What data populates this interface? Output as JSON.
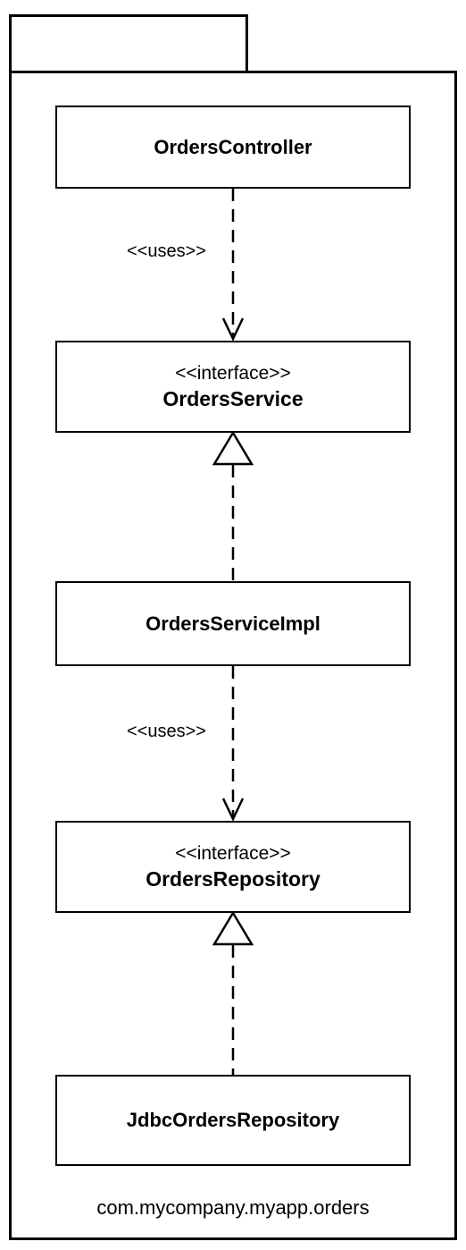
{
  "package": {
    "name": "com.mycompany.myapp.orders"
  },
  "classes": [
    {
      "id": "orders-controller",
      "stereotype": "",
      "name": "OrdersController"
    },
    {
      "id": "orders-service",
      "stereotype": "<<interface>>",
      "name": "OrdersService"
    },
    {
      "id": "orders-service-impl",
      "stereotype": "",
      "name": "OrdersServiceImpl"
    },
    {
      "id": "orders-repository",
      "stereotype": "<<interface>>",
      "name": "OrdersRepository"
    },
    {
      "id": "jdbc-orders-repository",
      "stereotype": "",
      "name": "JdbcOrdersRepository"
    }
  ],
  "relations": [
    {
      "from": "OrdersController",
      "to": "OrdersService",
      "kind": "dependency",
      "label": "<<uses>>"
    },
    {
      "from": "OrdersServiceImpl",
      "to": "OrdersService",
      "kind": "realization",
      "label": ""
    },
    {
      "from": "OrdersServiceImpl",
      "to": "OrdersRepository",
      "kind": "dependency",
      "label": "<<uses>>"
    },
    {
      "from": "JdbcOrdersRepository",
      "to": "OrdersRepository",
      "kind": "realization",
      "label": ""
    }
  ]
}
